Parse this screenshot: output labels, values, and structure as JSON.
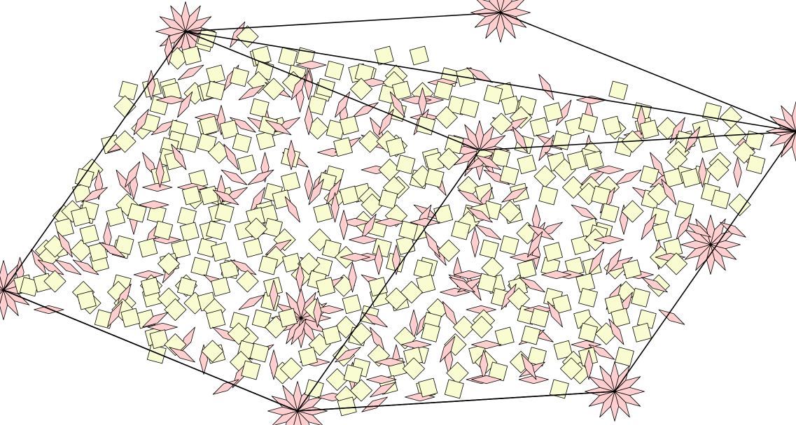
{
  "colors": {
    "background": "#ffffff",
    "thin_tile": "#ffcfcf",
    "wide_tile": "#f8fcd0",
    "tile_edge": "#000000",
    "guide_line": "#000000"
  },
  "tiling": {
    "kind": "rhombus tiling, twelve-fold star centers",
    "thin_angle_deg": 30,
    "wide_angle_deg": 90
  }
}
